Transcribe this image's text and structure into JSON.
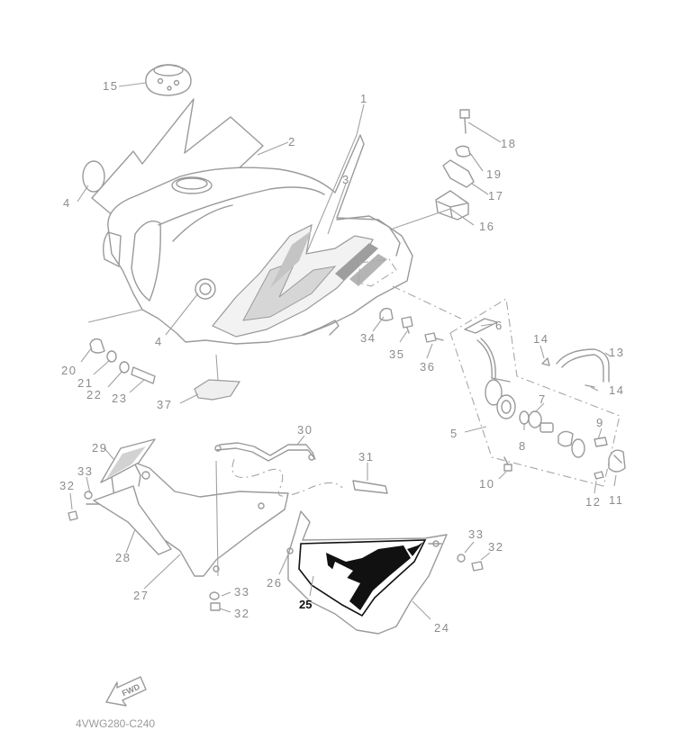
{
  "diagram_code": "4VWG280-C240",
  "fwd_label": "FWD",
  "colors": {
    "line": "#9a9a9a",
    "highlight": "#111111"
  },
  "labels": {
    "p1": "1",
    "p2": "2",
    "p3": "3",
    "p4a": "4",
    "p4b": "4",
    "p5": "5",
    "p6": "6",
    "p7": "7",
    "p8": "8",
    "p9": "9",
    "p10": "10",
    "p11": "11",
    "p12": "12",
    "p13": "13",
    "p14a": "14",
    "p14b": "14",
    "p15": "15",
    "p16": "16",
    "p17": "17",
    "p18": "18",
    "p19": "19",
    "p20": "20",
    "p21": "21",
    "p22": "22",
    "p23": "23",
    "p24": "24",
    "p25": "25",
    "p26": "26",
    "p27": "27",
    "p28": "28",
    "p29": "29",
    "p30": "30",
    "p31": "31",
    "p32a": "32",
    "p32b": "32",
    "p32c": "32",
    "p33a": "33",
    "p33b": "33",
    "p33c": "33",
    "p34": "34",
    "p35": "35",
    "p36": "36",
    "p37": "37"
  }
}
